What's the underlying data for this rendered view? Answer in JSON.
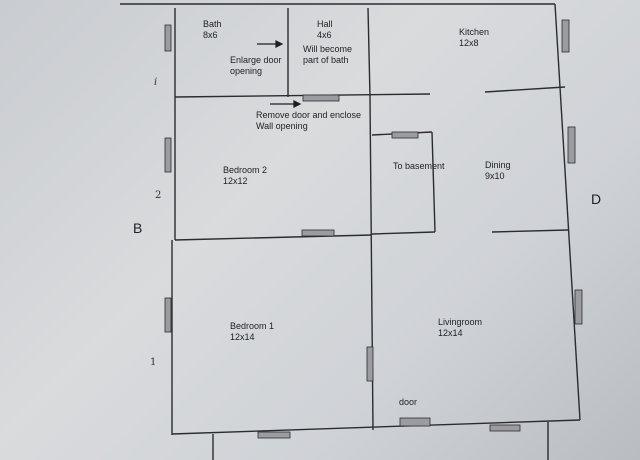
{
  "rooms": [
    {
      "name": "Bath",
      "dims": "8x6"
    },
    {
      "name": "Hall",
      "dims": "4x6"
    },
    {
      "name": "Kitchen",
      "dims": "12x8"
    },
    {
      "name": "Bedroom 2",
      "dims": "12x12"
    },
    {
      "name": "Dining",
      "dims": "9x10"
    },
    {
      "name": "Bedroom 1",
      "dims": "12x14"
    },
    {
      "name": "Livingroom",
      "dims": "12x14"
    }
  ],
  "notes": {
    "enlarge_door_1": "Enlarge door",
    "enlarge_door_2": "opening",
    "will_become_1": "Will become",
    "will_become_2": "part of bath",
    "remove_door_1": "Remove door and enclose",
    "remove_door_2": "Wall opening",
    "to_basement": "To basement",
    "door": "door"
  },
  "side_labels": {
    "left": "B",
    "right": "D"
  },
  "handwritten": {
    "mark_i": "i",
    "mark_2": "2",
    "mark_1": "1"
  },
  "colors": {
    "wall": "#2b2c30",
    "window": "#9a9c9f",
    "paper": "#d3d5d8"
  }
}
